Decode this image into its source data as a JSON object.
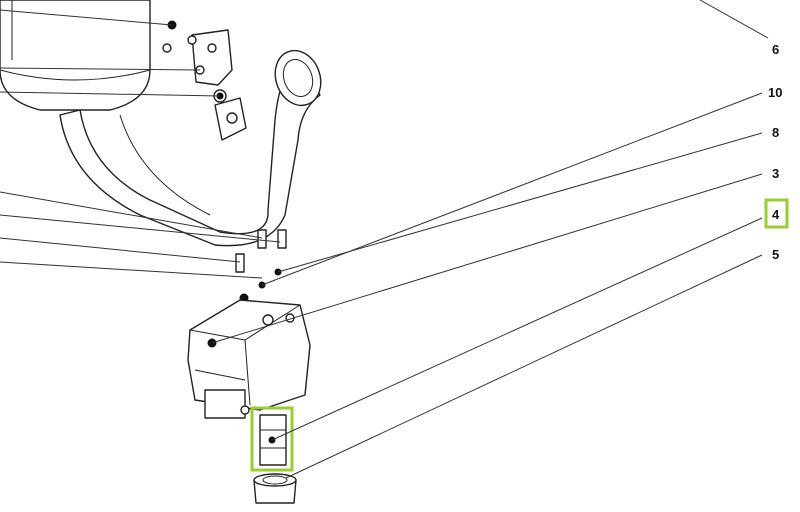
{
  "callouts": [
    {
      "id": "6",
      "label": "6"
    },
    {
      "id": "10",
      "label": "10"
    },
    {
      "id": "8",
      "label": "8"
    },
    {
      "id": "3",
      "label": "3"
    },
    {
      "id": "4",
      "label": "4",
      "highlighted": true
    },
    {
      "id": "5",
      "label": "5"
    }
  ],
  "colors": {
    "highlight": "#9acd32",
    "line": "#222222",
    "background": "#ffffff"
  }
}
